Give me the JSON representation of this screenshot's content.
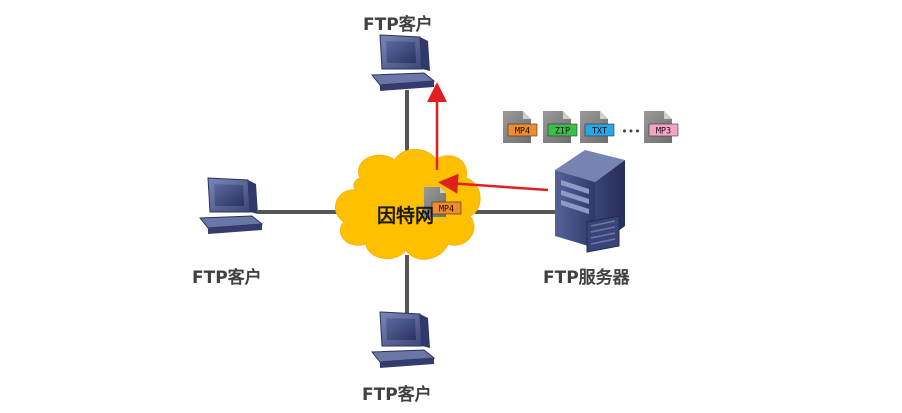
{
  "labels": {
    "client_top": "FTP客户",
    "client_left": "FTP客户",
    "client_bottom": "FTP客户",
    "server": "FTP服务器",
    "internet": "因特网"
  },
  "files": [
    {
      "label": "MP4",
      "color": "#f28a2e"
    },
    {
      "label": "ZIP",
      "color": "#3bbf4a"
    },
    {
      "label": "TXT",
      "color": "#2aa6e6"
    },
    {
      "label": "MP3",
      "color": "#f5a3c8"
    }
  ],
  "ellipsis": "•••",
  "moving_file": {
    "label": "MP4",
    "color": "#f28a2e"
  },
  "colors": {
    "cloud": "#ffc000",
    "link": "#555555",
    "arrow": "#e02020",
    "device": "#4a5a8c",
    "label_text": "#404040"
  }
}
